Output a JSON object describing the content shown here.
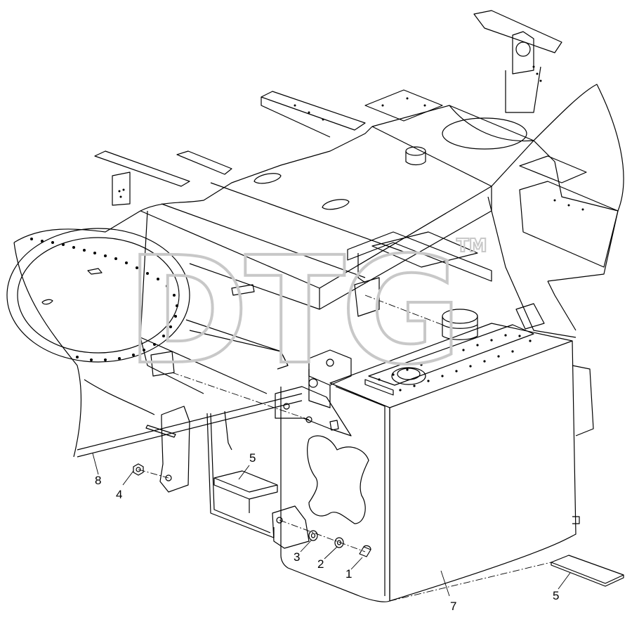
{
  "watermark": {
    "text": "DTG",
    "tm": "TM"
  },
  "callouts": {
    "c1": "1",
    "c2": "2",
    "c3": "3",
    "c4": "4",
    "c5a": "5",
    "c5b": "5",
    "c7": "7",
    "c8": "8"
  },
  "colors": {
    "line": "#000000",
    "watermark": "#c8c8c8"
  }
}
